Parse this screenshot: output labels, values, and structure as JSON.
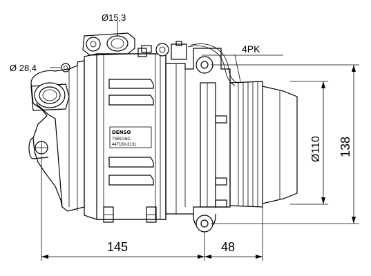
{
  "dimensions": {
    "hose_diameter_small": "Ø15,3",
    "hose_diameter_large": "Ø 28,4",
    "belt_profile": "4PK",
    "pulley_diameter": "Ø110",
    "total_height": "138",
    "body_length": "145",
    "pulley_offset": "48"
  },
  "plate": {
    "brand": "DENSO",
    "model": "7SBU16C",
    "part_number": "447180-3131"
  }
}
